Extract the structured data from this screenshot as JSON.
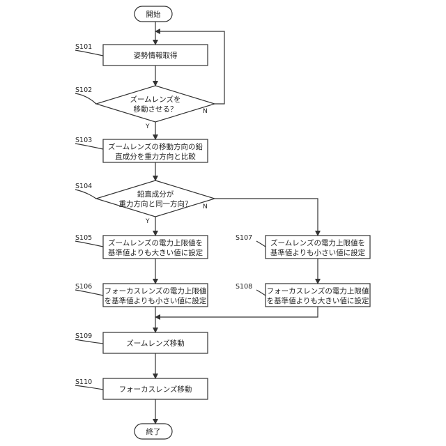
{
  "flowchart": {
    "start": "開始",
    "end": "終了",
    "steps": {
      "s101": {
        "id": "S101",
        "lines": [
          "姿勢情報取得"
        ]
      },
      "s102": {
        "id": "S102",
        "lines": [
          "ズームレンズを",
          "移動させる？"
        ]
      },
      "s103": {
        "id": "S103",
        "lines": [
          "ズームレンズの移動方向の鉛",
          "直成分を重力方向と比較"
        ]
      },
      "s104": {
        "id": "S104",
        "lines": [
          "鉛直成分が",
          "重力方向と同一方向？"
        ]
      },
      "s105": {
        "id": "S105",
        "lines": [
          "ズームレンズの電力上限値を",
          "基準値よりも大きい値に設定"
        ]
      },
      "s106": {
        "id": "S106",
        "lines": [
          "フォーカスレンズの電力上限値",
          "を基準値よりも小さい値に設定"
        ]
      },
      "s107": {
        "id": "S107",
        "lines": [
          "ズームレンズの電力上限値を",
          "基準値よりも小さい値に設定"
        ]
      },
      "s108": {
        "id": "S108",
        "lines": [
          "フォーカスレンズの電力上限値",
          "を基準値よりも大きい値に設定"
        ]
      },
      "s109": {
        "id": "S109",
        "lines": [
          "ズームレンズ移動"
        ]
      },
      "s110": {
        "id": "S110",
        "lines": [
          "フォーカスレンズ移動"
        ]
      }
    },
    "labels": {
      "yes": "Y",
      "no": "N"
    }
  }
}
